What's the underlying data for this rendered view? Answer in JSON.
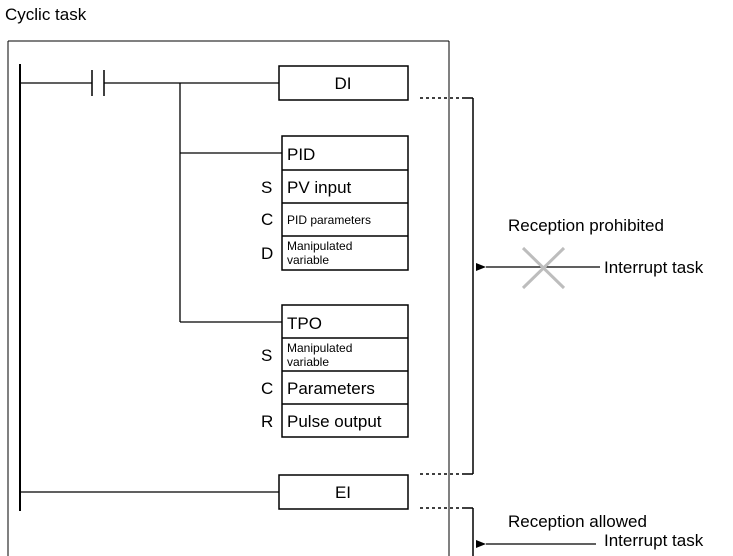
{
  "title": "Cyclic task",
  "ladder": {
    "di_block": "DI",
    "ei_block": "EI",
    "pid": {
      "header": "PID",
      "operands": [
        {
          "prefix": "S",
          "label": "PV input"
        },
        {
          "prefix": "C",
          "label": "PID parameters"
        },
        {
          "prefix": "D",
          "label_line1": "Manipulated",
          "label_line2": "variable"
        }
      ]
    },
    "tpo": {
      "header": "TPO",
      "operands": [
        {
          "prefix": "S",
          "label_line1": "Manipulated",
          "label_line2": "variable"
        },
        {
          "prefix": "C",
          "label": "Parameters"
        },
        {
          "prefix": "R",
          "label": "Pulse output"
        }
      ]
    }
  },
  "annotations": {
    "reception_prohibited": "Reception prohibited",
    "interrupt_task_blocked": "Interrupt task",
    "reception_allowed": "Reception allowed",
    "interrupt_task_allowed": "Interrupt task"
  },
  "colors": {
    "line": "#000000",
    "cross": "#bdbdbd"
  }
}
